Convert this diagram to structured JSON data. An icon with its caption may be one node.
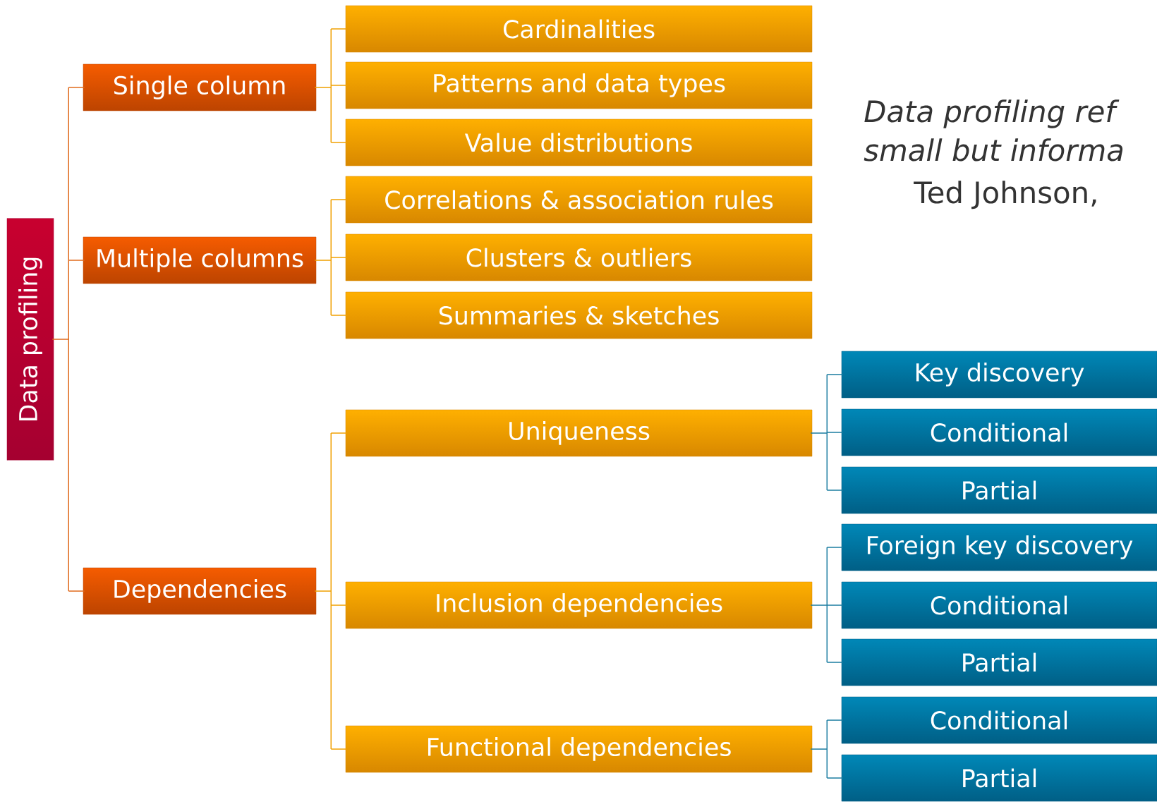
{
  "diagram": {
    "nodes": [
      {
        "text": [
          "Data profiling"
        ]
      },
      {
        "text": [
          "Single column"
        ]
      },
      {
        "text": [
          "Cardinalities"
        ]
      },
      {
        "text": [
          "Patterns and data types"
        ]
      },
      {
        "text": [
          "Value distributions"
        ]
      },
      {
        "text": [
          "Multiple columns"
        ]
      },
      {
        "text": [
          "Correlations & association rules"
        ]
      },
      {
        "text": [
          "Clusters & outliers"
        ]
      },
      {
        "text": [
          "Summaries & sketches"
        ]
      },
      {
        "text": [
          "Dependencies"
        ]
      },
      {
        "text": [
          "Uniqueness"
        ]
      },
      {
        "text": [
          "Key discovery"
        ]
      },
      {
        "text": [
          "Conditional"
        ]
      },
      {
        "text": [
          "Partial"
        ]
      },
      {
        "text": [
          "Inclusion dependencies"
        ]
      },
      {
        "text": [
          "Foreign key discovery"
        ]
      },
      {
        "text": [
          "Conditional"
        ]
      },
      {
        "text": [
          "Partial"
        ]
      },
      {
        "text": [
          "Functional dependencies"
        ]
      },
      {
        "text": [
          "Conditional"
        ]
      },
      {
        "text": [
          "Partial"
        ]
      }
    ],
    "edges": [
      {
        "from": 0,
        "to": 1,
        "arrow": "none",
        "color": "#e06a1c"
      },
      {
        "from": 0,
        "to": 5,
        "arrow": "none",
        "color": "#e06a1c"
      },
      {
        "from": 0,
        "to": 9,
        "arrow": "none",
        "color": "#e06a1c"
      },
      {
        "from": 1,
        "to": 2,
        "arrow": "none"
      },
      {
        "from": 1,
        "to": 3,
        "arrow": "none"
      },
      {
        "from": 1,
        "to": 4,
        "arrow": "none"
      },
      {
        "from": 5,
        "to": 6,
        "arrow": "none"
      },
      {
        "from": 5,
        "to": 7,
        "arrow": "none"
      },
      {
        "from": 5,
        "to": 8,
        "arrow": "none"
      },
      {
        "from": 9,
        "to": 10,
        "arrow": "none"
      },
      {
        "from": 9,
        "to": 14,
        "arrow": "none"
      },
      {
        "from": 9,
        "to": 18,
        "arrow": "none"
      },
      {
        "from": 10,
        "to": 11,
        "arrow": "none",
        "color": "#1a7ca0"
      },
      {
        "from": 10,
        "to": 12,
        "arrow": "none",
        "color": "#1a7ca0"
      },
      {
        "from": 10,
        "to": 13,
        "arrow": "none",
        "color": "#1a7ca0"
      },
      {
        "from": 14,
        "to": 15,
        "arrow": "none",
        "color": "#1a7ca0"
      },
      {
        "from": 14,
        "to": 16,
        "arrow": "none",
        "color": "#1a7ca0"
      },
      {
        "from": 14,
        "to": 17,
        "arrow": "none",
        "color": "#1a7ca0"
      },
      {
        "from": 18,
        "to": 19,
        "arrow": "none",
        "color": "#1a7ca0"
      },
      {
        "from": 18,
        "to": 20,
        "arrow": "none",
        "color": "#1a7ca0"
      }
    ],
    "labels": [
      "Data profiling ref",
      "small but informa",
      "Ted Johnson,"
    ]
  }
}
